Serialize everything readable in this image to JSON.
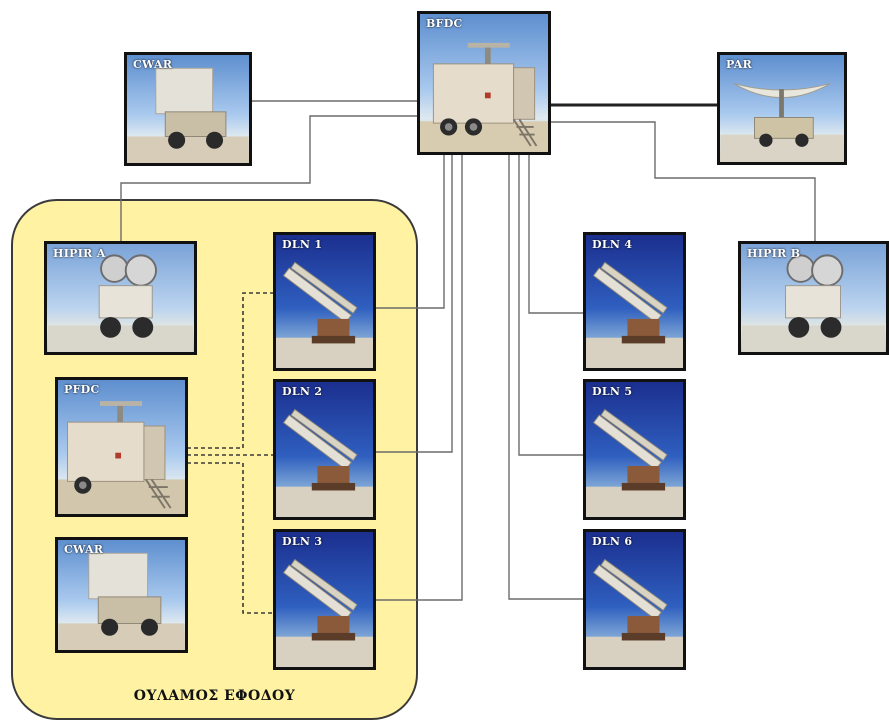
{
  "zone": {
    "label": "ΟΥΛΑΜΟΣ ΕΦΟΔΟΥ",
    "color": "#fff2a3"
  },
  "nodes": {
    "bfdc": {
      "label": "BFDC",
      "kind": "command-post"
    },
    "cwar": {
      "label": "CWAR",
      "kind": "radar-panel"
    },
    "par": {
      "label": "PAR",
      "kind": "radar-dish"
    },
    "hipir_a": {
      "label": "HIPIR A",
      "kind": "illuminator"
    },
    "hipir_b": {
      "label": "HIPIR B",
      "kind": "illuminator"
    },
    "pfdc": {
      "label": "PFDC",
      "kind": "command-post"
    },
    "cwar2": {
      "label": "CWAR",
      "kind": "radar-panel"
    },
    "dln1": {
      "label": "DLN 1",
      "kind": "launcher"
    },
    "dln2": {
      "label": "DLN 2",
      "kind": "launcher"
    },
    "dln3": {
      "label": "DLN 3",
      "kind": "launcher"
    },
    "dln4": {
      "label": "DLN 4",
      "kind": "launcher"
    },
    "dln5": {
      "label": "DLN 5",
      "kind": "launcher"
    },
    "dln6": {
      "label": "DLN 6",
      "kind": "launcher"
    }
  },
  "links": [
    {
      "from": "bfdc",
      "to": "cwar",
      "style": "solid"
    },
    {
      "from": "bfdc",
      "to": "par",
      "style": "solid-thick"
    },
    {
      "from": "bfdc",
      "to": "hipir_a",
      "style": "solid"
    },
    {
      "from": "bfdc",
      "to": "hipir_b",
      "style": "solid"
    },
    {
      "from": "bfdc",
      "to": "dln1",
      "style": "solid"
    },
    {
      "from": "bfdc",
      "to": "dln2",
      "style": "solid"
    },
    {
      "from": "bfdc",
      "to": "dln3",
      "style": "solid"
    },
    {
      "from": "bfdc",
      "to": "dln4",
      "style": "solid"
    },
    {
      "from": "bfdc",
      "to": "dln5",
      "style": "solid"
    },
    {
      "from": "bfdc",
      "to": "dln6",
      "style": "solid"
    },
    {
      "from": "pfdc",
      "to": "dln1",
      "style": "dashed"
    },
    {
      "from": "pfdc",
      "to": "dln2",
      "style": "dashed"
    },
    {
      "from": "pfdc",
      "to": "dln3",
      "style": "dashed"
    }
  ]
}
